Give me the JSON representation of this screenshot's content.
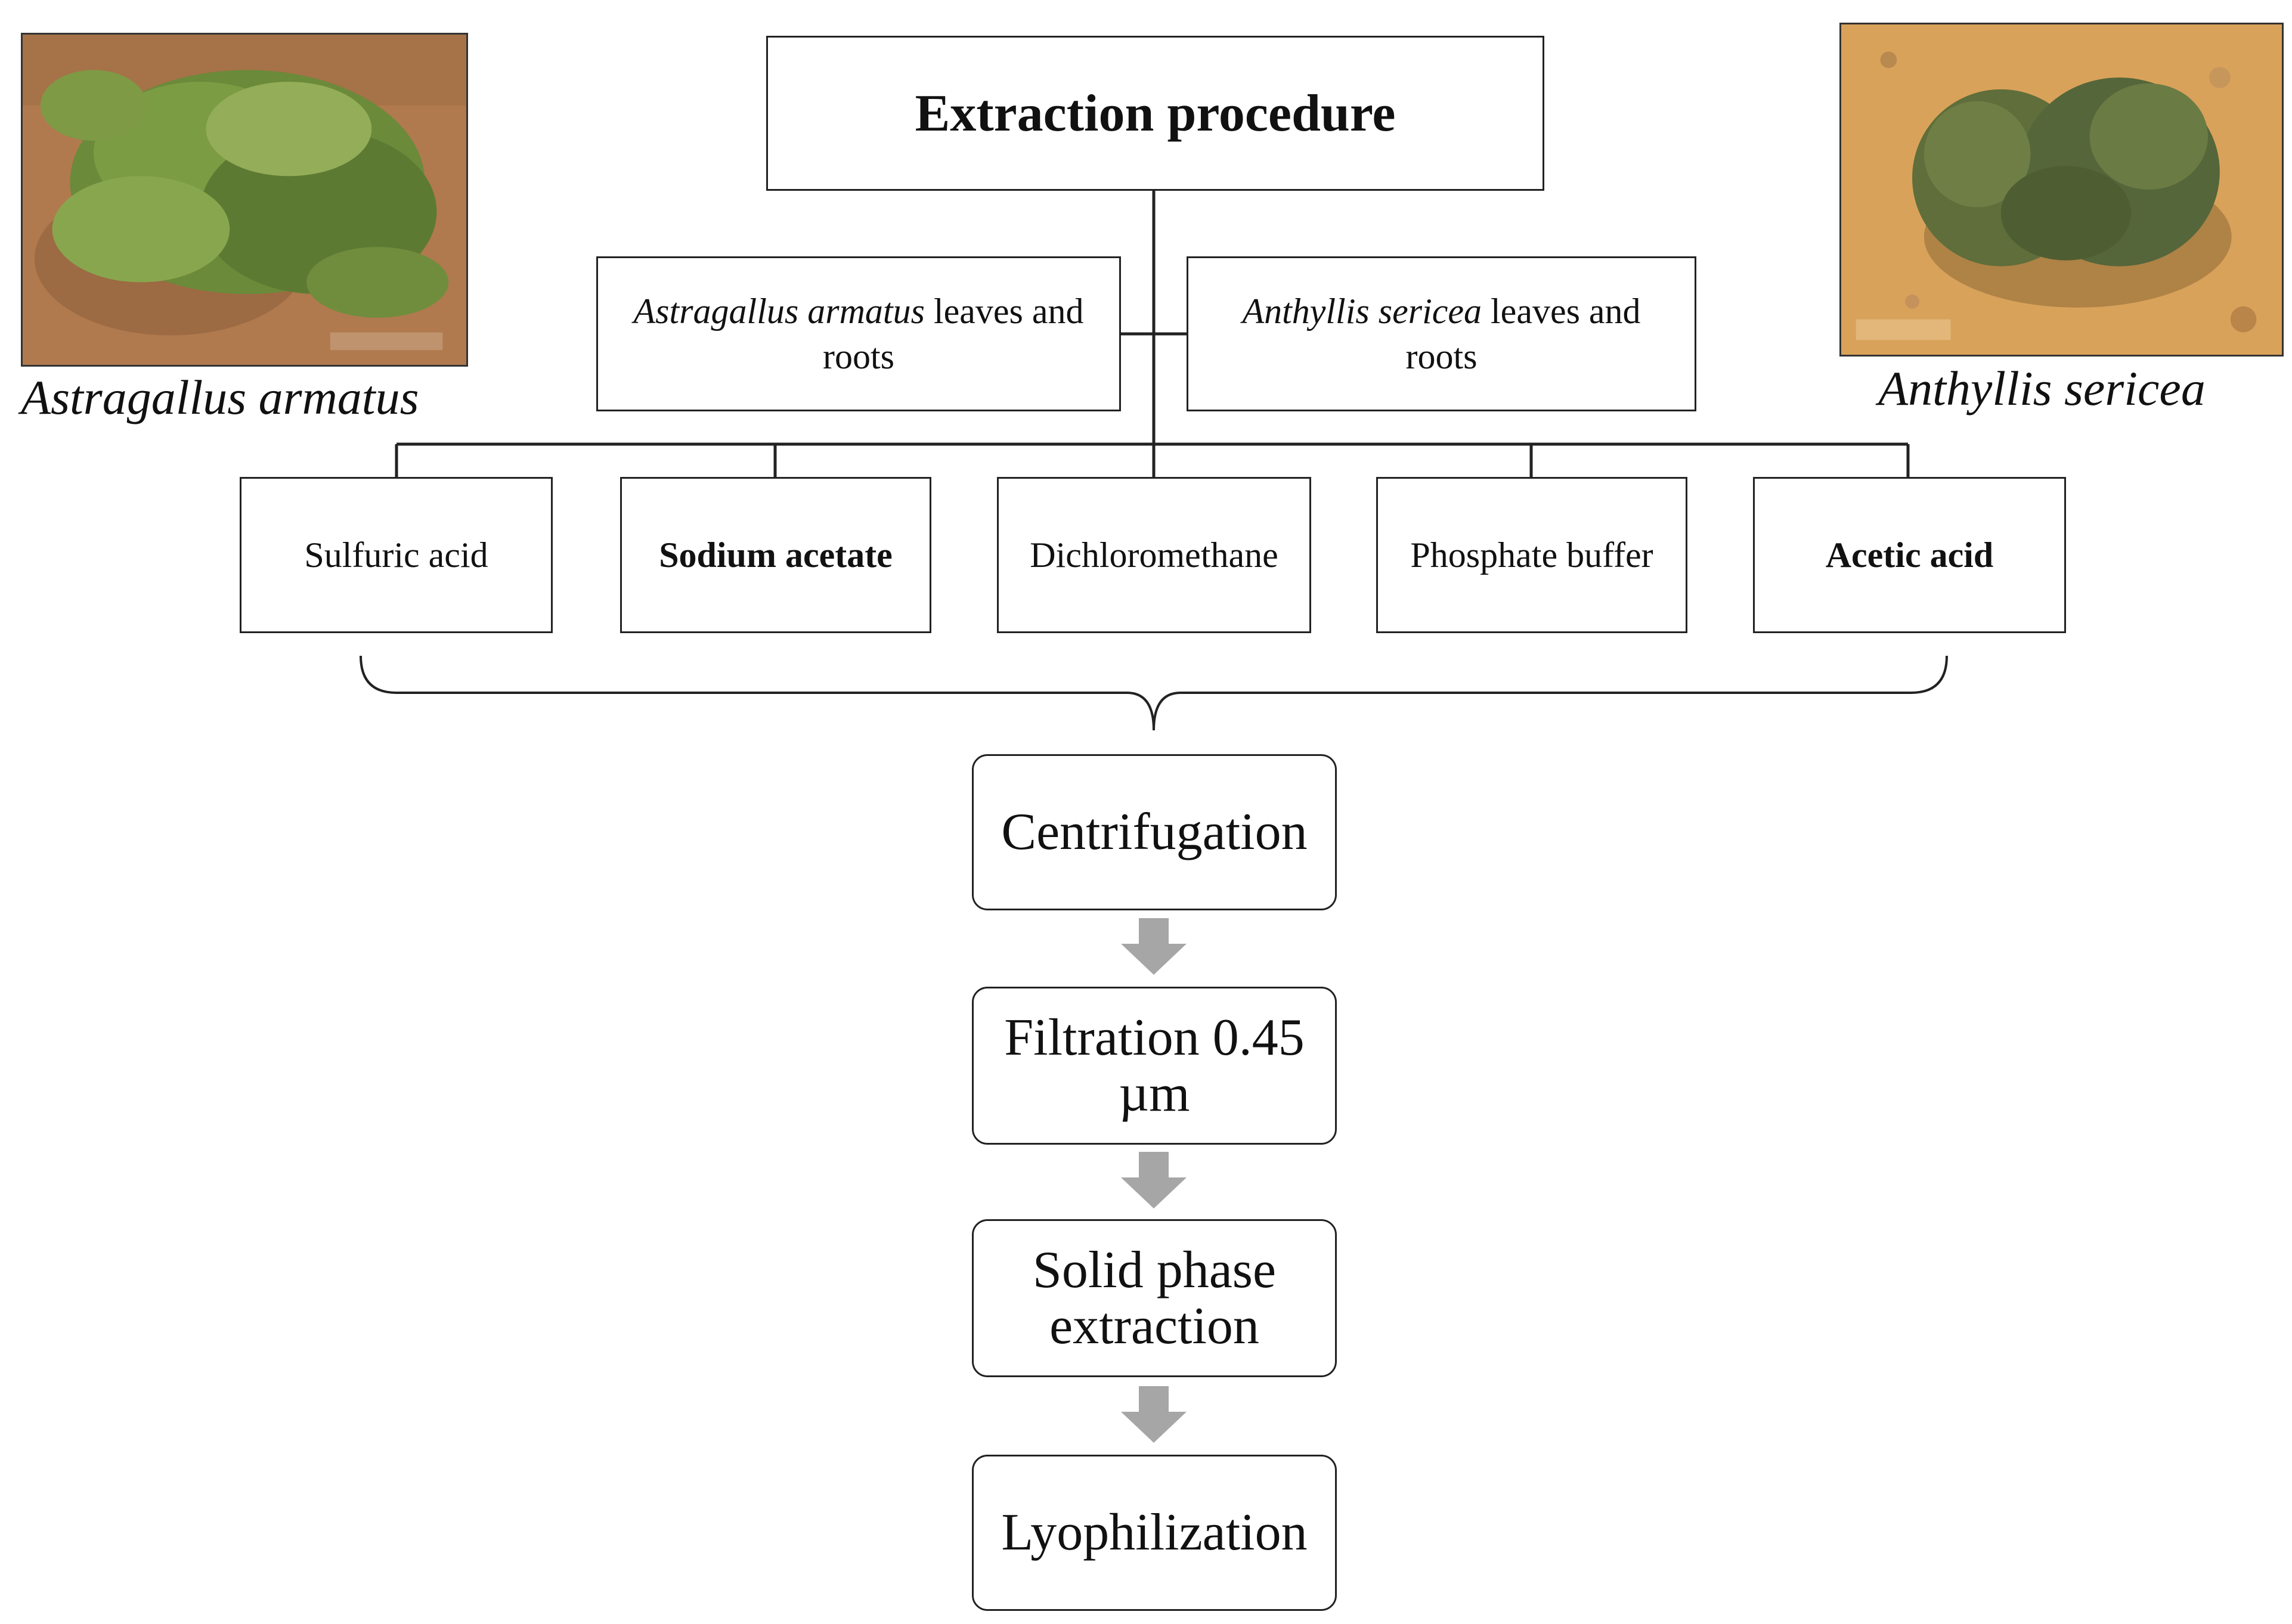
{
  "title": "Extraction procedure",
  "sources": [
    {
      "species": "Astragallus armatus",
      "rest": " leaves and roots"
    },
    {
      "species": "Anthyllis sericea",
      "rest": " leaves and roots"
    }
  ],
  "photos": [
    {
      "caption": "Astragallus armatus"
    },
    {
      "caption": "Anthyllis sericea"
    }
  ],
  "solvents": [
    {
      "label": "Sulfuric acid",
      "bold": false
    },
    {
      "label": "Sodium acetate",
      "bold": true
    },
    {
      "label": "Dichloromethane",
      "bold": false
    },
    {
      "label": "Phosphate buffer",
      "bold": false
    },
    {
      "label": "Acetic acid",
      "bold": true
    }
  ],
  "steps": [
    {
      "label": "Centrifugation"
    },
    {
      "label": "Filtration 0.45 µm"
    },
    {
      "label": "Solid phase extraction"
    },
    {
      "label": "Lyophilization"
    }
  ],
  "colors": {
    "line": "#222222",
    "arrow": "#a6a6a6",
    "photo_left_soil": "#b07a4e",
    "photo_right_soil": "#d9a25a",
    "foliage": "#6b8a3a"
  }
}
